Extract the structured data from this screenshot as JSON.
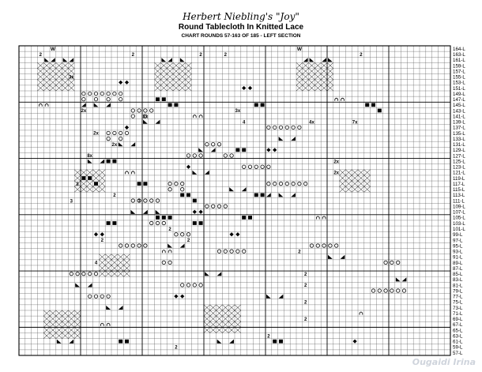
{
  "title": "Herbert Niebling's \"Joy\"",
  "subtitle": "Round Tablecloth In Knitted Lace",
  "caption": "CHART ROUNDS 57-163 OF 185 - LEFT SECTION",
  "column_markers": [
    "W",
    "W"
  ],
  "row_labels": [
    "164-L",
    "163-L",
    "161-L",
    "159-L",
    "157-L",
    "155-L",
    "153-L",
    "151-L",
    "149-L",
    "147-L",
    "145-L",
    "143-L",
    "141-L",
    "139-L",
    "137-L",
    "135-L",
    "133-L",
    "131-L",
    "129-L",
    "127-L",
    "125-L",
    "123-L",
    "121-L",
    "119-L",
    "117-L",
    "115-L",
    "113-L",
    "111-L",
    "109-L",
    "107-L",
    "105-L",
    "103-L",
    "101-L",
    "99-L",
    "97-L",
    "95-L",
    "93-L",
    "91-L",
    "89-L",
    "87-L",
    "85-L",
    "83-L",
    "81-L",
    "79-L",
    "77-L",
    "75-L",
    "73-L",
    "71-L",
    "69-L",
    "67-L",
    "65-L",
    "63-L",
    "61-L",
    "59-L",
    "57-L"
  ],
  "symbols": {
    "count2": "2",
    "count3": "3",
    "count4": "4",
    "x2": "2x",
    "x3": "3x",
    "x4": "4x",
    "x7": "7x",
    "x8": "8x",
    "yarn_over": "yarn-over-circle",
    "decrease": "decrease-triangle",
    "square": "filled-square",
    "diamond": "diamond",
    "arch": "arch"
  },
  "watermark": "Ougaidi Irina"
}
